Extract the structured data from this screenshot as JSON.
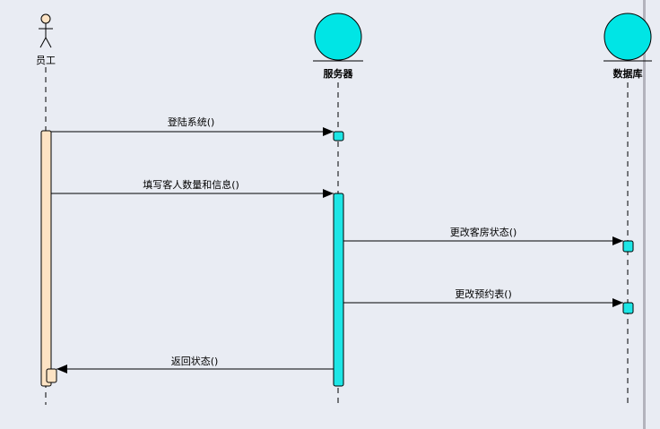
{
  "diagram": {
    "participants": [
      {
        "id": "employee",
        "label": "员工",
        "kind": "actor"
      },
      {
        "id": "server",
        "label": "服务器",
        "kind": "entity"
      },
      {
        "id": "database",
        "label": "数据库",
        "kind": "entity"
      }
    ],
    "messages": [
      {
        "label": "登陆系统()",
        "from": "employee",
        "to": "server"
      },
      {
        "label": "填写客人数量和信息()",
        "from": "employee",
        "to": "server"
      },
      {
        "label": "更改客房状态()",
        "from": "server",
        "to": "database"
      },
      {
        "label": "更改预约表()",
        "from": "server",
        "to": "database"
      },
      {
        "label": "返回状态()",
        "from": "server",
        "to": "employee"
      }
    ],
    "colors": {
      "background": "#e9ecf3",
      "entity_fill": "#00e5e5",
      "employee_activation": "#fde3c4",
      "server_activation": "#1ee6e6",
      "database_activation": "#1ee6e6",
      "actor_head": "#fde3c4",
      "line": "#000000"
    }
  }
}
